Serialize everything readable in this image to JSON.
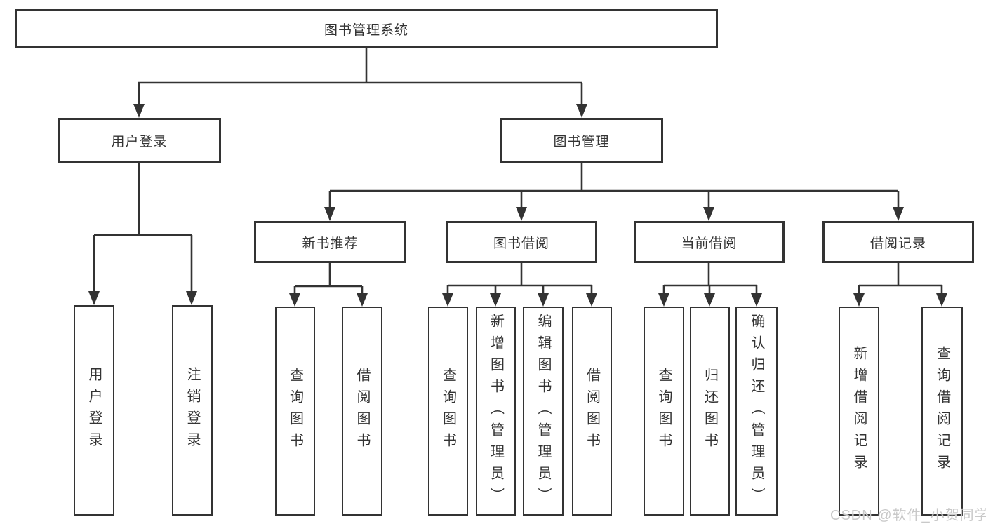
{
  "tree": {
    "root": "图书管理系统",
    "user_login": {
      "label": "用户登录",
      "children": [
        "用户登录",
        "注销登录"
      ]
    },
    "book_management": {
      "label": "图书管理",
      "children": [
        {
          "label": "新书推荐",
          "children": [
            "查询图书",
            "借阅图书"
          ]
        },
        {
          "label": "图书借阅",
          "children": [
            "查询图书",
            "新增图书（管理员）",
            "编辑图书（管理员）",
            "借阅图书"
          ]
        },
        {
          "label": "当前借阅",
          "children": [
            "查询图书",
            "归还图书",
            "确认归还（管理员）"
          ]
        },
        {
          "label": "借阅记录",
          "children": [
            "新增借阅记录",
            "查询借阅记录"
          ]
        }
      ]
    }
  },
  "watermark": "CSDN @软件_小贺同学",
  "colors": {
    "line": "#333333",
    "text": "#333333",
    "watermark": "#c9c9c9",
    "background": "#ffffff"
  }
}
